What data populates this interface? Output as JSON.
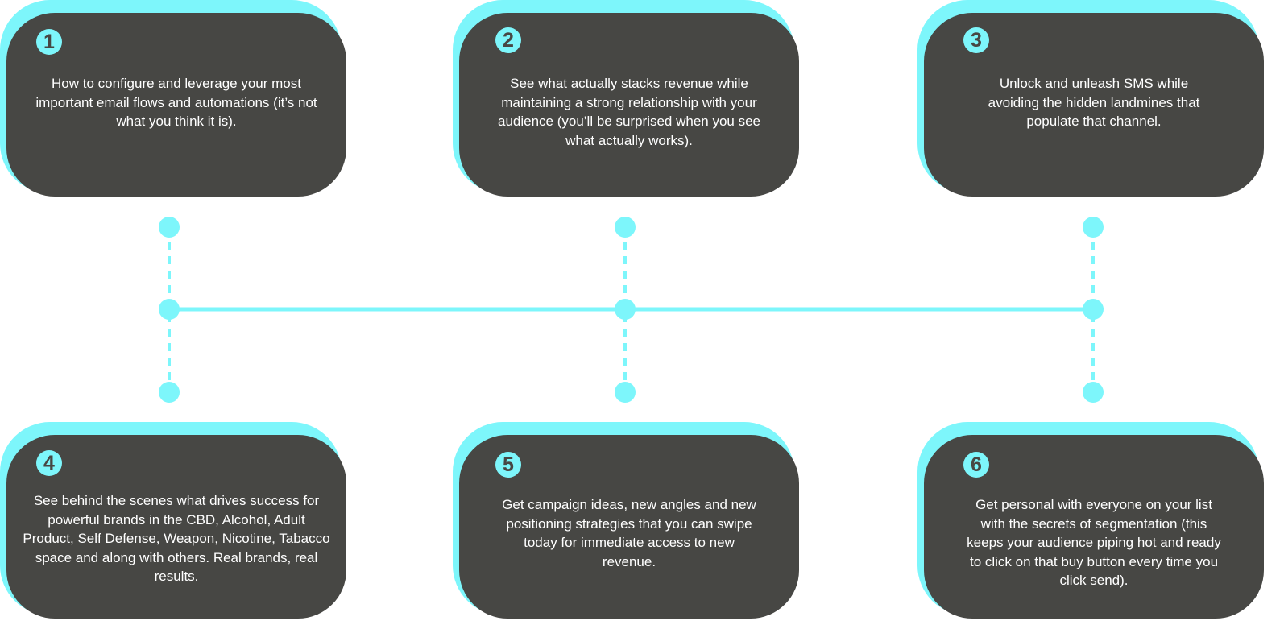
{
  "colors": {
    "accent": "#7df6fb",
    "card": "#474744",
    "text": "#ffffff",
    "background": "#ffffff"
  },
  "cards": [
    {
      "number": "1",
      "text": "How to configure and leverage your most important email flows and automations (it’s not what you think it is)."
    },
    {
      "number": "2",
      "text": "See what actually stacks revenue while maintaining a strong relationship with your audience (you’ll be surprised when you see what actually works)."
    },
    {
      "number": "3",
      "text": "Unlock and unleash SMS while avoiding the hidden landmines that populate that channel."
    },
    {
      "number": "4",
      "text": "See behind the scenes what drives success for powerful brands in the CBD, Alcohol, Adult Product, Self Defense, Weapon, Nicotine, Tabacco space and along with others. Real brands, real results."
    },
    {
      "number": "5",
      "text": "Get campaign ideas, new angles and new positioning strategies that you can swipe today for immediate access to new revenue."
    },
    {
      "number": "6",
      "text": "Get personal with everyone on your list with the secrets of segmentation (this keeps your audience piping hot and ready to click on that buy button every time you click send)."
    }
  ]
}
